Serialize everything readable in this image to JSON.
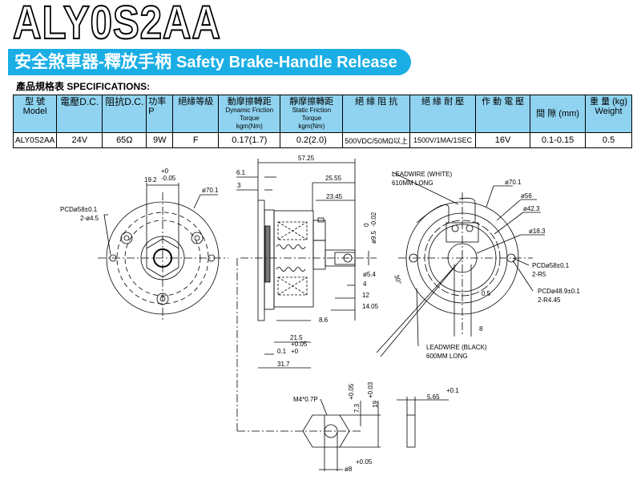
{
  "header": {
    "logo": "ALY0S2AA",
    "title_cn": "安全煞車器-釋放手柄",
    "title_en": "Safety Brake-Handle Release",
    "brand_color": "#1aaee5"
  },
  "specs": {
    "title": "產品規格表 SPECIFICATIONS:",
    "columns": [
      {
        "cn": "型 號",
        "en": "Model"
      },
      {
        "cn": "電壓D.C.",
        "en": ""
      },
      {
        "cn": "阻抗D.C.",
        "en": ""
      },
      {
        "cn": "功率",
        "en": "P"
      },
      {
        "cn": "絕緣等級",
        "en": ""
      },
      {
        "cn": "動摩擦轉距",
        "en": "Dynamic Friction Torque",
        "unit": "kgm(Nm)"
      },
      {
        "cn": "靜摩擦轉距",
        "en": "Static Friction Torque",
        "unit": "kgm(Nm)"
      },
      {
        "cn": "絕 緣 阻 抗",
        "en": ""
      },
      {
        "cn": "絕 緣 耐 壓",
        "en": ""
      },
      {
        "cn": "作 動 電 壓",
        "en": ""
      },
      {
        "cn": "間 隙 (mm)",
        "en": ""
      },
      {
        "cn": "重 量 (kg)",
        "en": "Weight"
      }
    ],
    "row": [
      "ALY0S2AA",
      "24V",
      "65Ω",
      "9W",
      "F",
      "0.17(1.7)",
      "0.2(2.0)",
      "500VDC/50MΩ以上",
      "1500V/1MA/1SEC",
      "16V",
      "0.1-0.15",
      "0.5"
    ]
  },
  "drawing": {
    "front": {
      "width": "19.2",
      "width_tol_upper": "+0",
      "width_tol_lower": "-0.05",
      "dia": "ø70.1",
      "pcd": "PCDø58±0.1",
      "holes": "2-ø4.5"
    },
    "side": {
      "d1": "57.25",
      "d2": "6.1",
      "d3": "3",
      "d4": "25.55",
      "d5": "23.45",
      "d6": "ø9.5",
      "d6_tol": "-0.02",
      "d6_tol_upper": "0",
      "d7": "ø5.4",
      "d8": "4",
      "d9": "12",
      "d10": "14.05",
      "d11": "8.6",
      "d12": "21.5",
      "d13": "0.1",
      "d13_tol_upper": "+0.05",
      "d13_tol_lower": "+0",
      "d14": "31.7"
    },
    "rear": {
      "lead_white": "LEADWIRE (WHITE)",
      "lead_white_len": "610MM LONG",
      "d1": "ø70.1",
      "d2": "ø56",
      "d3": "ø42.3",
      "d4": "ø18.3",
      "pcd1": "PCDø58±0.1",
      "r1": "2-R5",
      "pcd2": "PCDø48.9±0.1",
      "r2": "2-R4.45",
      "angle": "30°",
      "gap": "0.5",
      "w": "8",
      "lead_black": "LEADWIRE (BLACK)",
      "lead_black_len": "600MM LONG"
    },
    "nut": {
      "thread": "M4*0.7P",
      "h1": "7.3",
      "h1_tol": "+0.05",
      "h2": "19",
      "h2_tol": "+0.03",
      "dia": "ø8",
      "dia_tol": "+0.05",
      "thk": "5.65",
      "thk_tol": "+0.1"
    }
  }
}
